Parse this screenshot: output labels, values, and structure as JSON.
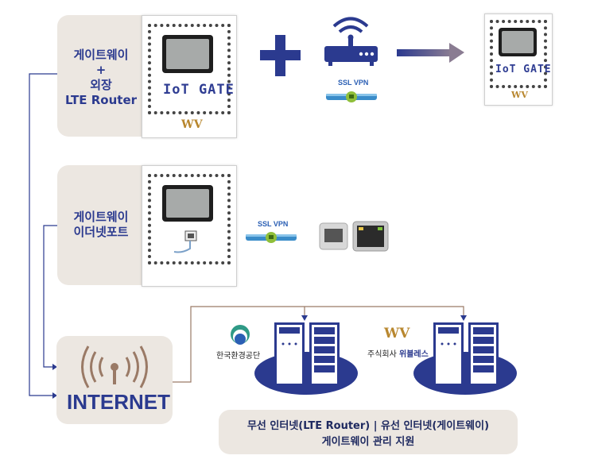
{
  "panel1": {
    "line1": "게이트웨이",
    "line2": "+",
    "line3": "외장",
    "line4": "LTE Router"
  },
  "panel2": {
    "line1": "게이트웨이",
    "line2": "이더넷포트"
  },
  "device_brand": "IoT GATE",
  "maker_mark": "WV",
  "ssl_label_1": "SSL VPN",
  "ssl_label_2": "SSL VPN",
  "internet_label": "INTERNET",
  "org_left": "한국환경공단",
  "org_right_prefix": "주식회사",
  "org_right_name": "위블레스",
  "footer": {
    "line1": "무선 인터넷(LTE Router) | 유선 인터넷(게이트웨이)",
    "line2": "게이트웨이 관리 지원"
  },
  "colors": {
    "navy": "#2b3a8f",
    "panel": "#ece7e1",
    "link_brown": "#9a7a66",
    "arrow_gradient_from": "#2b3a8f",
    "arrow_gradient_to": "#8a7c92"
  }
}
